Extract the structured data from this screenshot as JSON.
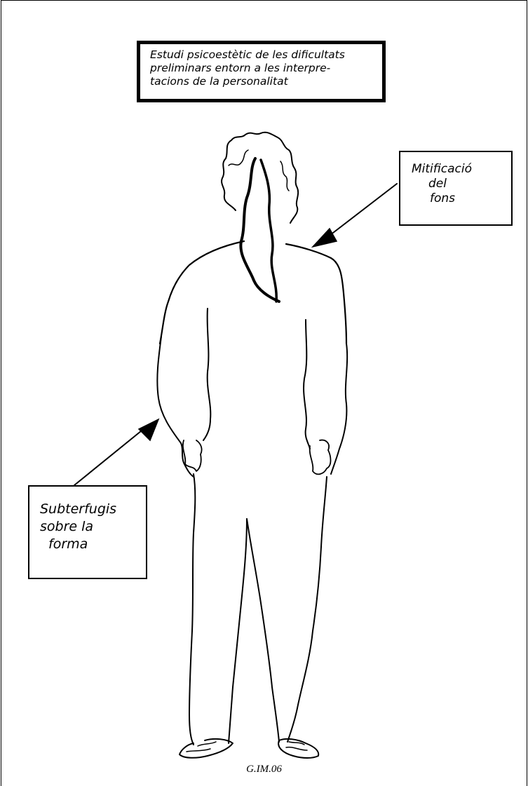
{
  "title_box": {
    "lines": [
      "Estudi psicoestètic de les dificultats",
      "preliminars entorn a les interpre-",
      "tacions de la personalitat"
    ]
  },
  "label_fons": {
    "lines": [
      "Mitificació",
      "del",
      "fons"
    ]
  },
  "label_forma": {
    "lines": [
      "Subterfugis",
      "sobre la",
      "forma"
    ]
  },
  "code": "G.IM.06"
}
